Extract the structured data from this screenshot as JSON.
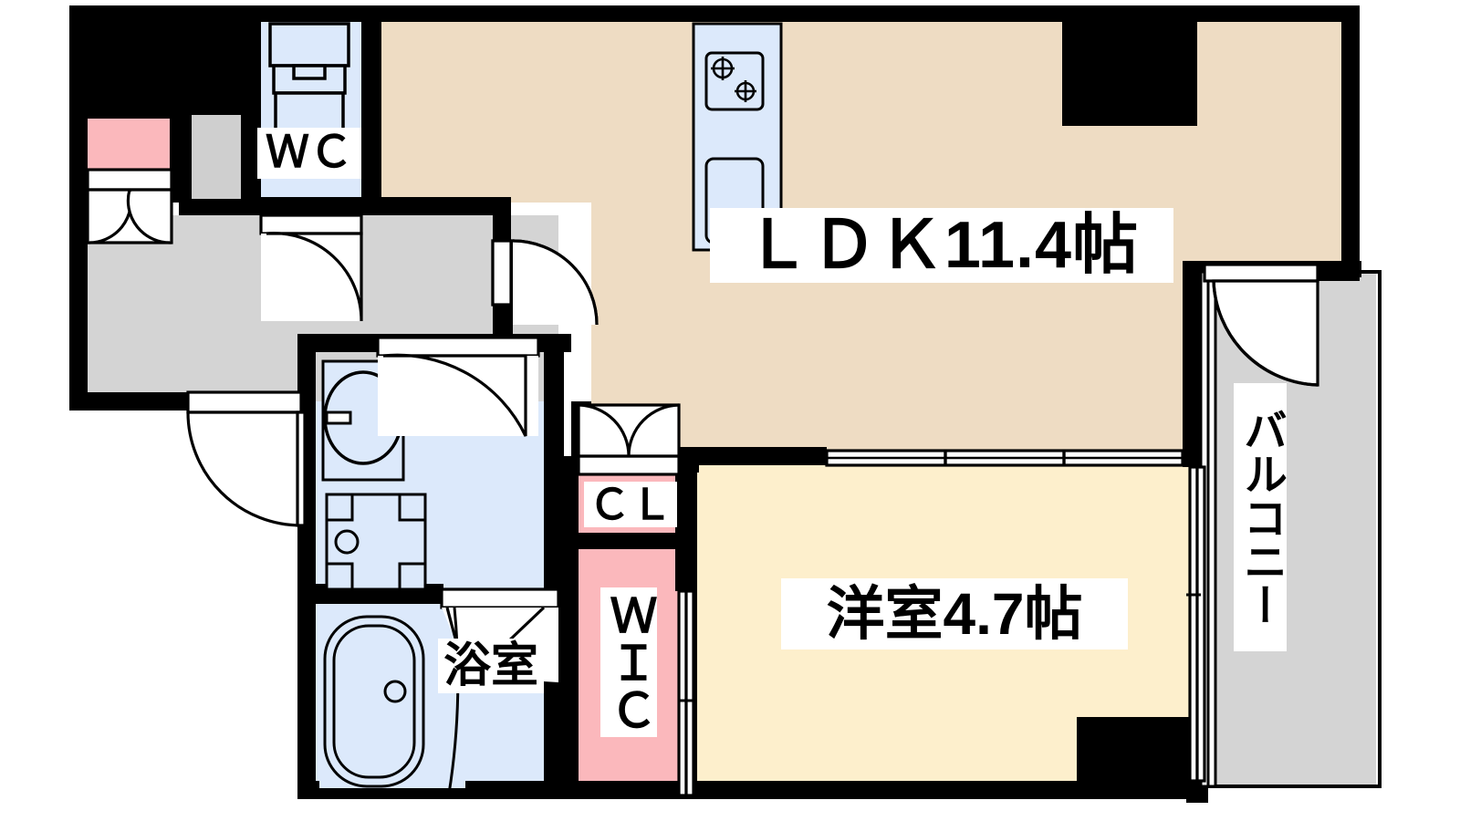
{
  "plan": {
    "type": "residential-floor-plan",
    "layout_name": "1LDK",
    "colors": {
      "wall": "#000000",
      "ldk_floor": "#EEDCC3",
      "bedroom_floor": "#FDEFCC",
      "wet_area": "#DCE9FB",
      "closet": "#FBB8BC",
      "hall_entry": "#D4D4D4",
      "balcony": "#D4D4D4",
      "door_fill": "#FFFFFF",
      "label_bg": "#FFFFFF",
      "label_text": "#000000"
    },
    "rooms": [
      {
        "id": "ldk",
        "label": "ＬＤＫ11.4帖",
        "size_jo": "11.4",
        "floor": "#EEDCC3",
        "orientation": "horizontal"
      },
      {
        "id": "bedroom",
        "label": "洋室4.7帖",
        "size_jo": "4.7",
        "floor": "#FDEFCC",
        "orientation": "horizontal"
      },
      {
        "id": "wc",
        "label": "ＷＣ",
        "size_jo": "",
        "floor": "#DCE9FB",
        "orientation": "horizontal"
      },
      {
        "id": "bath",
        "label": "浴室",
        "size_jo": "",
        "floor": "#DCE9FB",
        "orientation": "horizontal"
      },
      {
        "id": "wic",
        "label": "ＷＩＣ",
        "size_jo": "",
        "floor": "#FBB8BC",
        "orientation": "vertical"
      },
      {
        "id": "cl",
        "label": "ＣＬ",
        "size_jo": "",
        "floor": "#FBB8BC",
        "orientation": "horizontal"
      },
      {
        "id": "balcony",
        "label": "バルコニー",
        "size_jo": "",
        "floor": "#D4D4D4",
        "orientation": "vertical"
      }
    ],
    "labels": {
      "ldk": "ＬＤＫ11.4帖",
      "bedroom": "洋室4.7帖",
      "wc": "ＷＣ",
      "bath": "浴室",
      "wic": "ＷＩＣ",
      "cl": "ＣＬ",
      "balcony": "バルコニー"
    },
    "fixtures": [
      {
        "id": "gas-stove",
        "name": "two-burner-gas-stove",
        "room": "ldk"
      },
      {
        "id": "kitchen-sink",
        "name": "kitchen-sink",
        "room": "ldk"
      },
      {
        "id": "toilet",
        "name": "toilet-fixture",
        "room": "wc"
      },
      {
        "id": "wash-basin",
        "name": "wash-basin-vanity",
        "room": "washroom"
      },
      {
        "id": "washer-pan",
        "name": "washing-machine-pan",
        "room": "washroom"
      },
      {
        "id": "bathtub",
        "name": "bathtub",
        "room": "bath"
      },
      {
        "id": "shoe-box",
        "name": "shoe-cabinet",
        "room": "entrance"
      },
      {
        "id": "meter-box",
        "name": "meter-box",
        "room": "entrance"
      }
    ],
    "doors": [
      {
        "id": "entrance-door",
        "name": "entrance-door-swing"
      },
      {
        "id": "wc-door",
        "name": "wc-door-swing"
      },
      {
        "id": "hall-door",
        "name": "hall-to-ldk-door-swing"
      },
      {
        "id": "washroom-door",
        "name": "washroom-door-swing"
      },
      {
        "id": "bath-door",
        "name": "bath-folding-door"
      },
      {
        "id": "shoebox-doors",
        "name": "shoe-cabinet-double-door"
      },
      {
        "id": "cl-doors",
        "name": "closet-double-door"
      },
      {
        "id": "wic-door",
        "name": "wic-sliding-door"
      },
      {
        "id": "ldk-bedroom-slider",
        "name": "ldk-bedroom-three-panel-sliding-door"
      },
      {
        "id": "balcony-door",
        "name": "balcony-door-swing"
      },
      {
        "id": "bedroom-window",
        "name": "bedroom-sliding-window"
      }
    ]
  }
}
